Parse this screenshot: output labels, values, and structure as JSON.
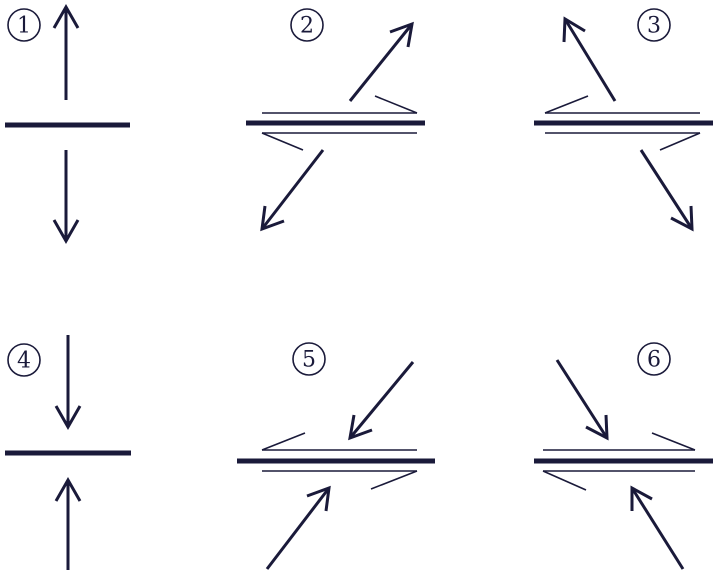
{
  "labels": {
    "p1": "1",
    "p2": "2",
    "p3": "3",
    "p4": "4",
    "p5": "5",
    "p6": "6"
  },
  "colors": {
    "ink": "#1a1a3a",
    "background": "#ffffff"
  }
}
